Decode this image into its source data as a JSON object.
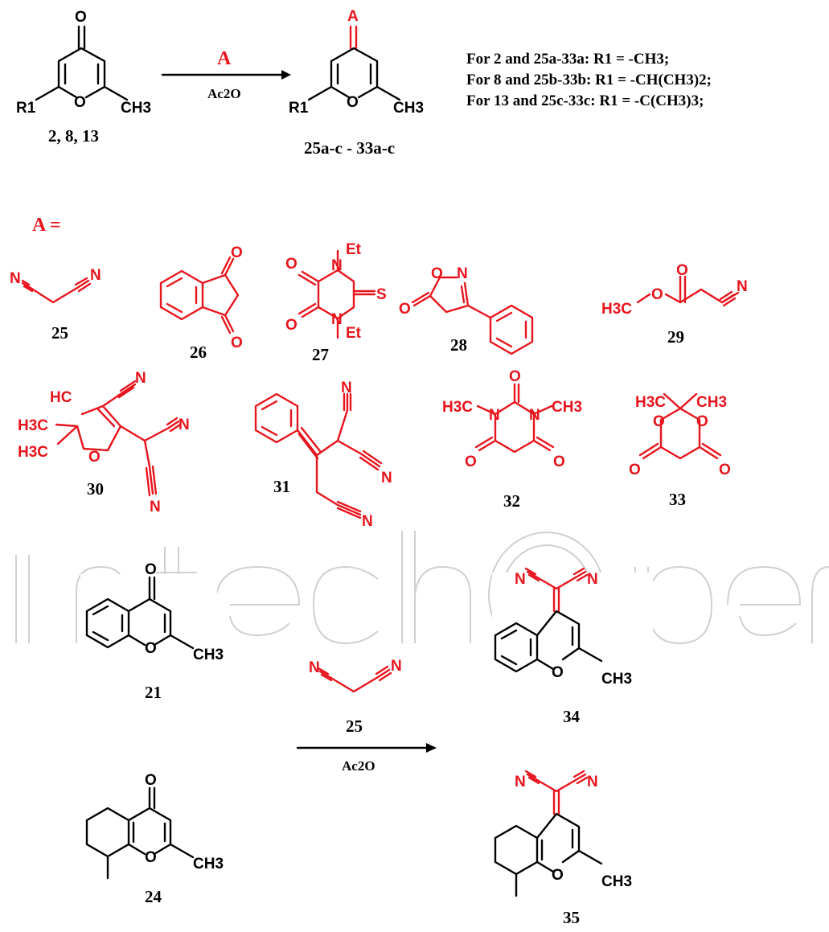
{
  "reaction1": {
    "reagent": "A",
    "solvent": "Ac2O",
    "start_label": "2, 8, 13",
    "product_label": "25a-c - 33a-c",
    "atom_R1": "R1",
    "atom_CH3": "CH3",
    "atom_O": "O",
    "atom_A": "A"
  },
  "notes": [
    "For 2  and  25a-33a:   R1 = -CH3;",
    "For 8  and  25b-33b:   R1 = -CH(CH3)2;",
    "For 13 and  25c-33c:    R1 = -C(CH3)3;"
  ],
  "a_equals": "A  =",
  "compounds": {
    "c25": "25",
    "c26": "26",
    "c27": "27",
    "c28": "28",
    "c29": "29",
    "c30": "30",
    "c31": "31",
    "c32": "32",
    "c33": "33"
  },
  "reaction2": {
    "reagent_label": "25",
    "solvent": "Ac2O",
    "labels": {
      "c21": "21",
      "c24": "24",
      "c34": "34",
      "c35": "35"
    }
  },
  "atoms": {
    "N": "N",
    "O": "O",
    "S": "S",
    "Et": "Et",
    "HC": "HC",
    "H3C": "H3C",
    "CH3": "CH3"
  },
  "watermark": "IntechOpen"
}
